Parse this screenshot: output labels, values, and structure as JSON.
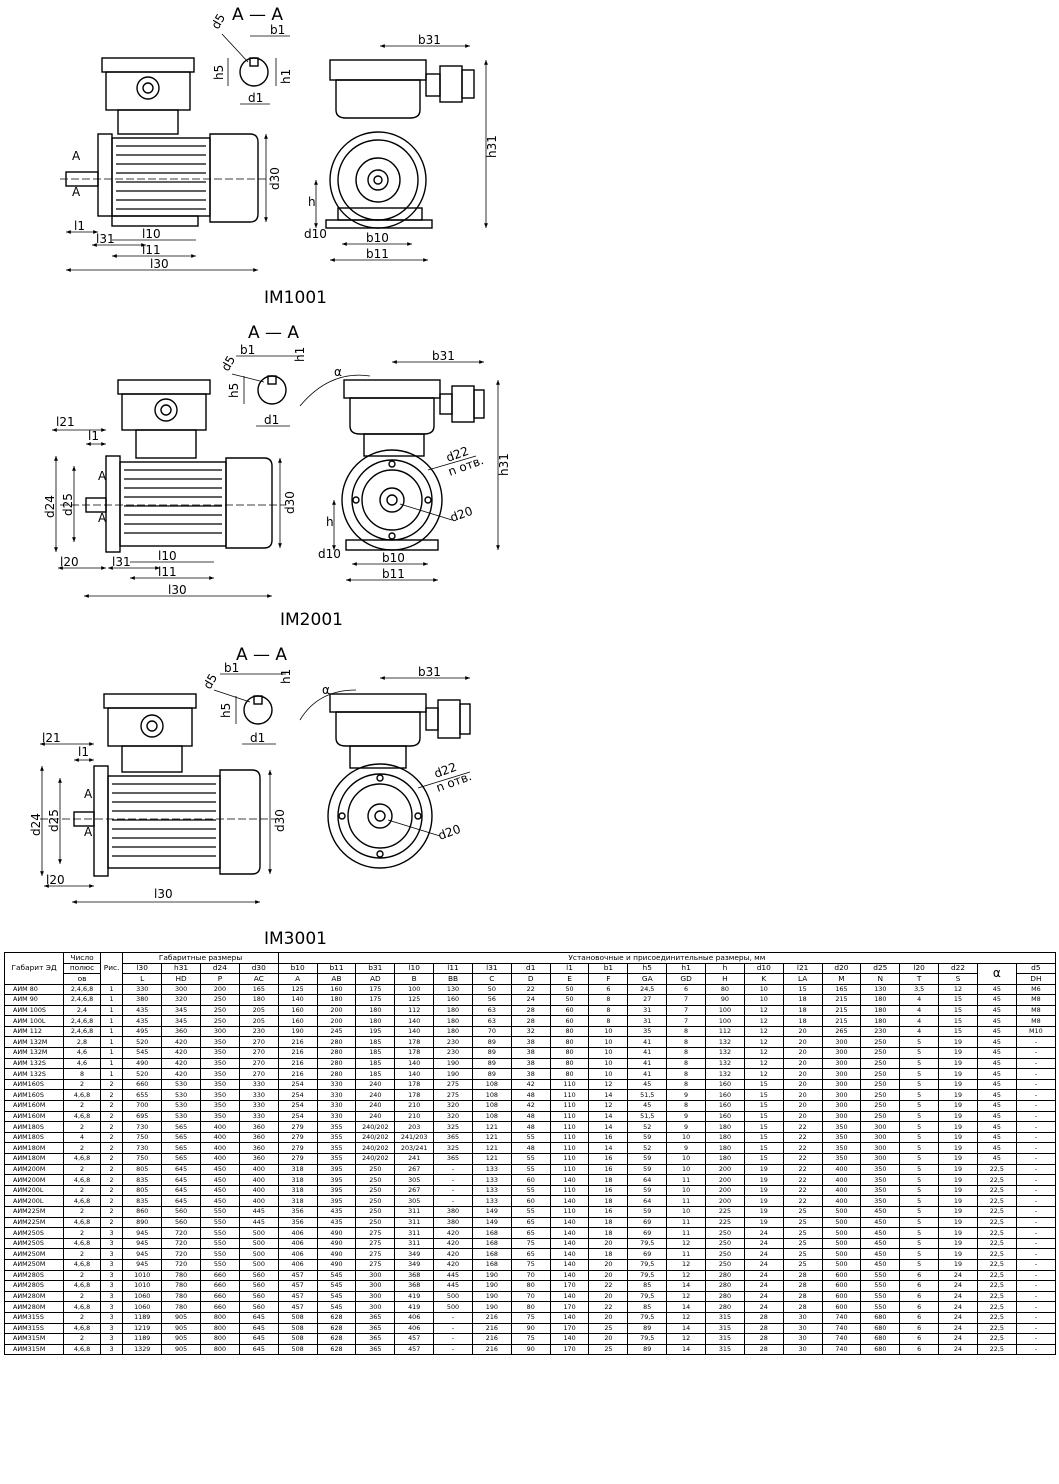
{
  "figures": [
    {
      "caption": "IM1001",
      "section": "A — A",
      "labels": {
        "b1": "b1",
        "d5": "d5",
        "h5": "h5",
        "h1": "h1",
        "d1": "d1",
        "b31": "b31",
        "h31": "h31",
        "d30": "d30",
        "h": "h",
        "d10": "d10",
        "b10": "b10",
        "b11": "b11",
        "l1": "l1",
        "l31": "l31",
        "l10": "l10",
        "l11": "l11",
        "l30": "l30",
        "A": "A"
      }
    },
    {
      "caption": "IM2001",
      "section": "A — A",
      "labels": {
        "b1": "b1",
        "h1": "h1",
        "d5": "d5",
        "h5": "h5",
        "d1": "d1",
        "alpha": "α",
        "b31": "b31",
        "h31": "h31",
        "d22": "d22",
        "n_otv": "n отв.",
        "d20": "d20",
        "d24": "d24",
        "d25": "d25",
        "d30": "d30",
        "h": "h",
        "d10": "d10",
        "b10": "b10",
        "b11": "b11",
        "l21": "l21",
        "l1": "l1",
        "l20": "l20",
        "l31": "l31",
        "l10": "l10",
        "l11": "l11",
        "l30": "l30",
        "A": "A"
      }
    },
    {
      "caption": "IM3001",
      "section": "A — A",
      "labels": {
        "b1": "b1",
        "h1": "h1",
        "d5": "d5",
        "h5": "h5",
        "d1": "d1",
        "alpha": "α",
        "b31": "b31",
        "d22": "d22",
        "n_otv": "n отв.",
        "d20": "d20",
        "d24": "d24",
        "d25": "d25",
        "d30": "d30",
        "l21": "l21",
        "l1": "l1",
        "l20": "l20",
        "l30": "l30",
        "A": "A"
      }
    }
  ],
  "table": {
    "h_gabarit": "Габарит ЭД",
    "h_poles": [
      "Число",
      "полюс",
      "ов"
    ],
    "h_ris": "Рис.",
    "h_group1": "Габаритные размеры",
    "h_group2": "Установочные и присоединительные размеры, мм",
    "codes": [
      "l30",
      "h31",
      "d24",
      "d30",
      "b10",
      "b11",
      "b31",
      "l10",
      "l11",
      "l31",
      "d1",
      "l1",
      "b1",
      "h5",
      "h1",
      "h",
      "d10",
      "l21",
      "d20",
      "d25",
      "l20",
      "d22",
      "α",
      "d5"
    ],
    "letters": [
      "L",
      "HD",
      "P",
      "AC",
      "A",
      "AB",
      "AD",
      "B",
      "BB",
      "C",
      "D",
      "E",
      "F",
      "GA",
      "GD",
      "H",
      "K",
      "LA",
      "M",
      "N",
      "T",
      "S",
      "",
      "DH"
    ],
    "rows": [
      [
        "АИМ 80",
        "2,4,6,8",
        "1",
        "330",
        "300",
        "200",
        "165",
        "125",
        "160",
        "175",
        "100",
        "130",
        "50",
        "22",
        "50",
        "6",
        "24,5",
        "6",
        "80",
        "10",
        "15",
        "165",
        "130",
        "3,5",
        "12",
        "45",
        "М6"
      ],
      [
        "АИМ 90",
        "2,4,6,8",
        "1",
        "380",
        "320",
        "250",
        "180",
        "140",
        "180",
        "175",
        "125",
        "160",
        "56",
        "24",
        "50",
        "8",
        "27",
        "7",
        "90",
        "10",
        "18",
        "215",
        "180",
        "4",
        "15",
        "45",
        "М8"
      ],
      [
        "АИМ 100S",
        "2,4",
        "1",
        "435",
        "345",
        "250",
        "205",
        "160",
        "200",
        "180",
        "112",
        "180",
        "63",
        "28",
        "60",
        "8",
        "31",
        "7",
        "100",
        "12",
        "18",
        "215",
        "180",
        "4",
        "15",
        "45",
        "М8"
      ],
      [
        "АИМ 100L",
        "2,4,6,8",
        "1",
        "435",
        "345",
        "250",
        "205",
        "160",
        "200",
        "180",
        "140",
        "180",
        "63",
        "28",
        "60",
        "8",
        "31",
        "7",
        "100",
        "12",
        "18",
        "215",
        "180",
        "4",
        "15",
        "45",
        "М8"
      ],
      [
        "АИМ 112",
        "2,4,6,8",
        "1",
        "495",
        "360",
        "300",
        "230",
        "190",
        "245",
        "195",
        "140",
        "180",
        "70",
        "32",
        "80",
        "10",
        "35",
        "8",
        "112",
        "12",
        "20",
        "265",
        "230",
        "4",
        "15",
        "45",
        "М10"
      ],
      [
        "АИМ 132М",
        "2,8",
        "1",
        "520",
        "420",
        "350",
        "270",
        "216",
        "280",
        "185",
        "178",
        "230",
        "89",
        "38",
        "80",
        "10",
        "41",
        "8",
        "132",
        "12",
        "20",
        "300",
        "250",
        "5",
        "19",
        "45",
        "-"
      ],
      [
        "АИМ 132М",
        "4,6",
        "1",
        "545",
        "420",
        "350",
        "270",
        "216",
        "280",
        "185",
        "178",
        "230",
        "89",
        "38",
        "80",
        "10",
        "41",
        "8",
        "132",
        "12",
        "20",
        "300",
        "250",
        "5",
        "19",
        "45",
        "-"
      ],
      [
        "АИМ 132S",
        "4,6",
        "1",
        "490",
        "420",
        "350",
        "270",
        "216",
        "280",
        "185",
        "140",
        "190",
        "89",
        "38",
        "80",
        "10",
        "41",
        "8",
        "132",
        "12",
        "20",
        "300",
        "250",
        "5",
        "19",
        "45",
        "-"
      ],
      [
        "АИМ 132S",
        "8",
        "1",
        "520",
        "420",
        "350",
        "270",
        "216",
        "280",
        "185",
        "140",
        "190",
        "89",
        "38",
        "80",
        "10",
        "41",
        "8",
        "132",
        "12",
        "20",
        "300",
        "250",
        "5",
        "19",
        "45",
        "-"
      ],
      [
        "АИМ160S",
        "2",
        "2",
        "660",
        "530",
        "350",
        "330",
        "254",
        "330",
        "240",
        "178",
        "275",
        "108",
        "42",
        "110",
        "12",
        "45",
        "8",
        "160",
        "15",
        "20",
        "300",
        "250",
        "5",
        "19",
        "45",
        "-"
      ],
      [
        "АИМ160S",
        "4,6,8",
        "2",
        "655",
        "530",
        "350",
        "330",
        "254",
        "330",
        "240",
        "178",
        "275",
        "108",
        "48",
        "110",
        "14",
        "51,5",
        "9",
        "160",
        "15",
        "20",
        "300",
        "250",
        "5",
        "19",
        "45",
        "-"
      ],
      [
        "АИМ160М",
        "2",
        "2",
        "700",
        "530",
        "350",
        "330",
        "254",
        "330",
        "240",
        "210",
        "320",
        "108",
        "42",
        "110",
        "12",
        "45",
        "8",
        "160",
        "15",
        "20",
        "300",
        "250",
        "5",
        "19",
        "45",
        "-"
      ],
      [
        "АИМ160М",
        "4,6,8",
        "2",
        "695",
        "530",
        "350",
        "330",
        "254",
        "330",
        "240",
        "210",
        "320",
        "108",
        "48",
        "110",
        "14",
        "51,5",
        "9",
        "160",
        "15",
        "20",
        "300",
        "250",
        "5",
        "19",
        "45",
        "-"
      ],
      [
        "АИМ180S",
        "2",
        "2",
        "730",
        "565",
        "400",
        "360",
        "279",
        "355",
        "240/202",
        "203",
        "325",
        "121",
        "48",
        "110",
        "14",
        "52",
        "9",
        "180",
        "15",
        "22",
        "350",
        "300",
        "5",
        "19",
        "45",
        "-"
      ],
      [
        "АИМ180S",
        "4",
        "2",
        "750",
        "565",
        "400",
        "360",
        "279",
        "355",
        "240/202",
        "241/203",
        "365",
        "121",
        "55",
        "110",
        "16",
        "59",
        "10",
        "180",
        "15",
        "22",
        "350",
        "300",
        "5",
        "19",
        "45",
        "-"
      ],
      [
        "АИМ180М",
        "2",
        "2",
        "730",
        "565",
        "400",
        "360",
        "279",
        "355",
        "240/202",
        "203/241",
        "325",
        "121",
        "48",
        "110",
        "14",
        "52",
        "9",
        "180",
        "15",
        "22",
        "350",
        "300",
        "5",
        "19",
        "45",
        "-"
      ],
      [
        "АИМ180М",
        "4,6,8",
        "2",
        "750",
        "565",
        "400",
        "360",
        "279",
        "355",
        "240/202",
        "241",
        "365",
        "121",
        "55",
        "110",
        "16",
        "59",
        "10",
        "180",
        "15",
        "22",
        "350",
        "300",
        "5",
        "19",
        "45",
        "-"
      ],
      [
        "АИМ200М",
        "2",
        "2",
        "805",
        "645",
        "450",
        "400",
        "318",
        "395",
        "250",
        "267",
        "-",
        "133",
        "55",
        "110",
        "16",
        "59",
        "10",
        "200",
        "19",
        "22",
        "400",
        "350",
        "5",
        "19",
        "22,5",
        "-"
      ],
      [
        "АИМ200М",
        "4,6,8",
        "2",
        "835",
        "645",
        "450",
        "400",
        "318",
        "395",
        "250",
        "305",
        "-",
        "133",
        "60",
        "140",
        "18",
        "64",
        "11",
        "200",
        "19",
        "22",
        "400",
        "350",
        "5",
        "19",
        "22,5",
        "-"
      ],
      [
        "АИМ200L",
        "2",
        "2",
        "805",
        "645",
        "450",
        "400",
        "318",
        "395",
        "250",
        "267",
        "-",
        "133",
        "55",
        "110",
        "16",
        "59",
        "10",
        "200",
        "19",
        "22",
        "400",
        "350",
        "5",
        "19",
        "22,5",
        "-"
      ],
      [
        "АИМ200L",
        "4,6,8",
        "2",
        "835",
        "645",
        "450",
        "400",
        "318",
        "395",
        "250",
        "305",
        "-",
        "133",
        "60",
        "140",
        "18",
        "64",
        "11",
        "200",
        "19",
        "22",
        "400",
        "350",
        "5",
        "19",
        "22,5",
        "-"
      ],
      [
        "АИМ225М",
        "2",
        "2",
        "860",
        "560",
        "550",
        "445",
        "356",
        "435",
        "250",
        "311",
        "380",
        "149",
        "55",
        "110",
        "16",
        "59",
        "10",
        "225",
        "19",
        "25",
        "500",
        "450",
        "5",
        "19",
        "22,5",
        "-"
      ],
      [
        "АИМ225М",
        "4,6,8",
        "2",
        "890",
        "560",
        "550",
        "445",
        "356",
        "435",
        "250",
        "311",
        "380",
        "149",
        "65",
        "140",
        "18",
        "69",
        "11",
        "225",
        "19",
        "25",
        "500",
        "450",
        "5",
        "19",
        "22,5",
        "-"
      ],
      [
        "АИМ250S",
        "2",
        "3",
        "945",
        "720",
        "550",
        "500",
        "406",
        "490",
        "275",
        "311",
        "420",
        "168",
        "65",
        "140",
        "18",
        "69",
        "11",
        "250",
        "24",
        "25",
        "500",
        "450",
        "5",
        "19",
        "22,5",
        "-"
      ],
      [
        "АИМ250S",
        "4,6,8",
        "3",
        "945",
        "720",
        "550",
        "500",
        "406",
        "490",
        "275",
        "311",
        "420",
        "168",
        "75",
        "140",
        "20",
        "79,5",
        "12",
        "250",
        "24",
        "25",
        "500",
        "450",
        "5",
        "19",
        "22,5",
        "-"
      ],
      [
        "АИМ250М",
        "2",
        "3",
        "945",
        "720",
        "550",
        "500",
        "406",
        "490",
        "275",
        "349",
        "420",
        "168",
        "65",
        "140",
        "18",
        "69",
        "11",
        "250",
        "24",
        "25",
        "500",
        "450",
        "5",
        "19",
        "22,5",
        "-"
      ],
      [
        "АИМ250М",
        "4,6,8",
        "3",
        "945",
        "720",
        "550",
        "500",
        "406",
        "490",
        "275",
        "349",
        "420",
        "168",
        "75",
        "140",
        "20",
        "79,5",
        "12",
        "250",
        "24",
        "25",
        "500",
        "450",
        "5",
        "19",
        "22,5",
        "-"
      ],
      [
        "АИМ280S",
        "2",
        "3",
        "1010",
        "780",
        "660",
        "560",
        "457",
        "545",
        "300",
        "368",
        "445",
        "190",
        "70",
        "140",
        "20",
        "79,5",
        "12",
        "280",
        "24",
        "28",
        "600",
        "550",
        "6",
        "24",
        "22,5",
        "-"
      ],
      [
        "АИМ280S",
        "4,6,8",
        "3",
        "1010",
        "780",
        "660",
        "560",
        "457",
        "545",
        "300",
        "368",
        "445",
        "190",
        "80",
        "170",
        "22",
        "85",
        "14",
        "280",
        "24",
        "28",
        "600",
        "550",
        "6",
        "24",
        "22,5",
        "-"
      ],
      [
        "АИМ280М",
        "2",
        "3",
        "1060",
        "780",
        "660",
        "560",
        "457",
        "545",
        "300",
        "419",
        "500",
        "190",
        "70",
        "140",
        "20",
        "79,5",
        "12",
        "280",
        "24",
        "28",
        "600",
        "550",
        "6",
        "24",
        "22,5",
        "-"
      ],
      [
        "АИМ280М",
        "4,6,8",
        "3",
        "1060",
        "780",
        "660",
        "560",
        "457",
        "545",
        "300",
        "419",
        "500",
        "190",
        "80",
        "170",
        "22",
        "85",
        "14",
        "280",
        "24",
        "28",
        "600",
        "550",
        "6",
        "24",
        "22,5",
        "-"
      ],
      [
        "АИМ315S",
        "2",
        "3",
        "1189",
        "905",
        "800",
        "645",
        "508",
        "628",
        "365",
        "406",
        "-",
        "216",
        "75",
        "140",
        "20",
        "79,5",
        "12",
        "315",
        "28",
        "30",
        "740",
        "680",
        "6",
        "24",
        "22,5",
        "-"
      ],
      [
        "АИМ315S",
        "4,6,8",
        "3",
        "1219",
        "905",
        "800",
        "645",
        "508",
        "628",
        "365",
        "406",
        "-",
        "216",
        "90",
        "170",
        "25",
        "89",
        "14",
        "315",
        "28",
        "30",
        "740",
        "680",
        "6",
        "24",
        "22,5",
        "-"
      ],
      [
        "АИМ315М",
        "2",
        "3",
        "1189",
        "905",
        "800",
        "645",
        "508",
        "628",
        "365",
        "457",
        "-",
        "216",
        "75",
        "140",
        "20",
        "79,5",
        "12",
        "315",
        "28",
        "30",
        "740",
        "680",
        "6",
        "24",
        "22,5",
        "-"
      ],
      [
        "АИМ315М",
        "4,6,8",
        "3",
        "1329",
        "905",
        "800",
        "645",
        "508",
        "628",
        "365",
        "457",
        "-",
        "216",
        "90",
        "170",
        "25",
        "89",
        "14",
        "315",
        "28",
        "30",
        "740",
        "680",
        "6",
        "24",
        "22,5",
        "-"
      ]
    ]
  }
}
